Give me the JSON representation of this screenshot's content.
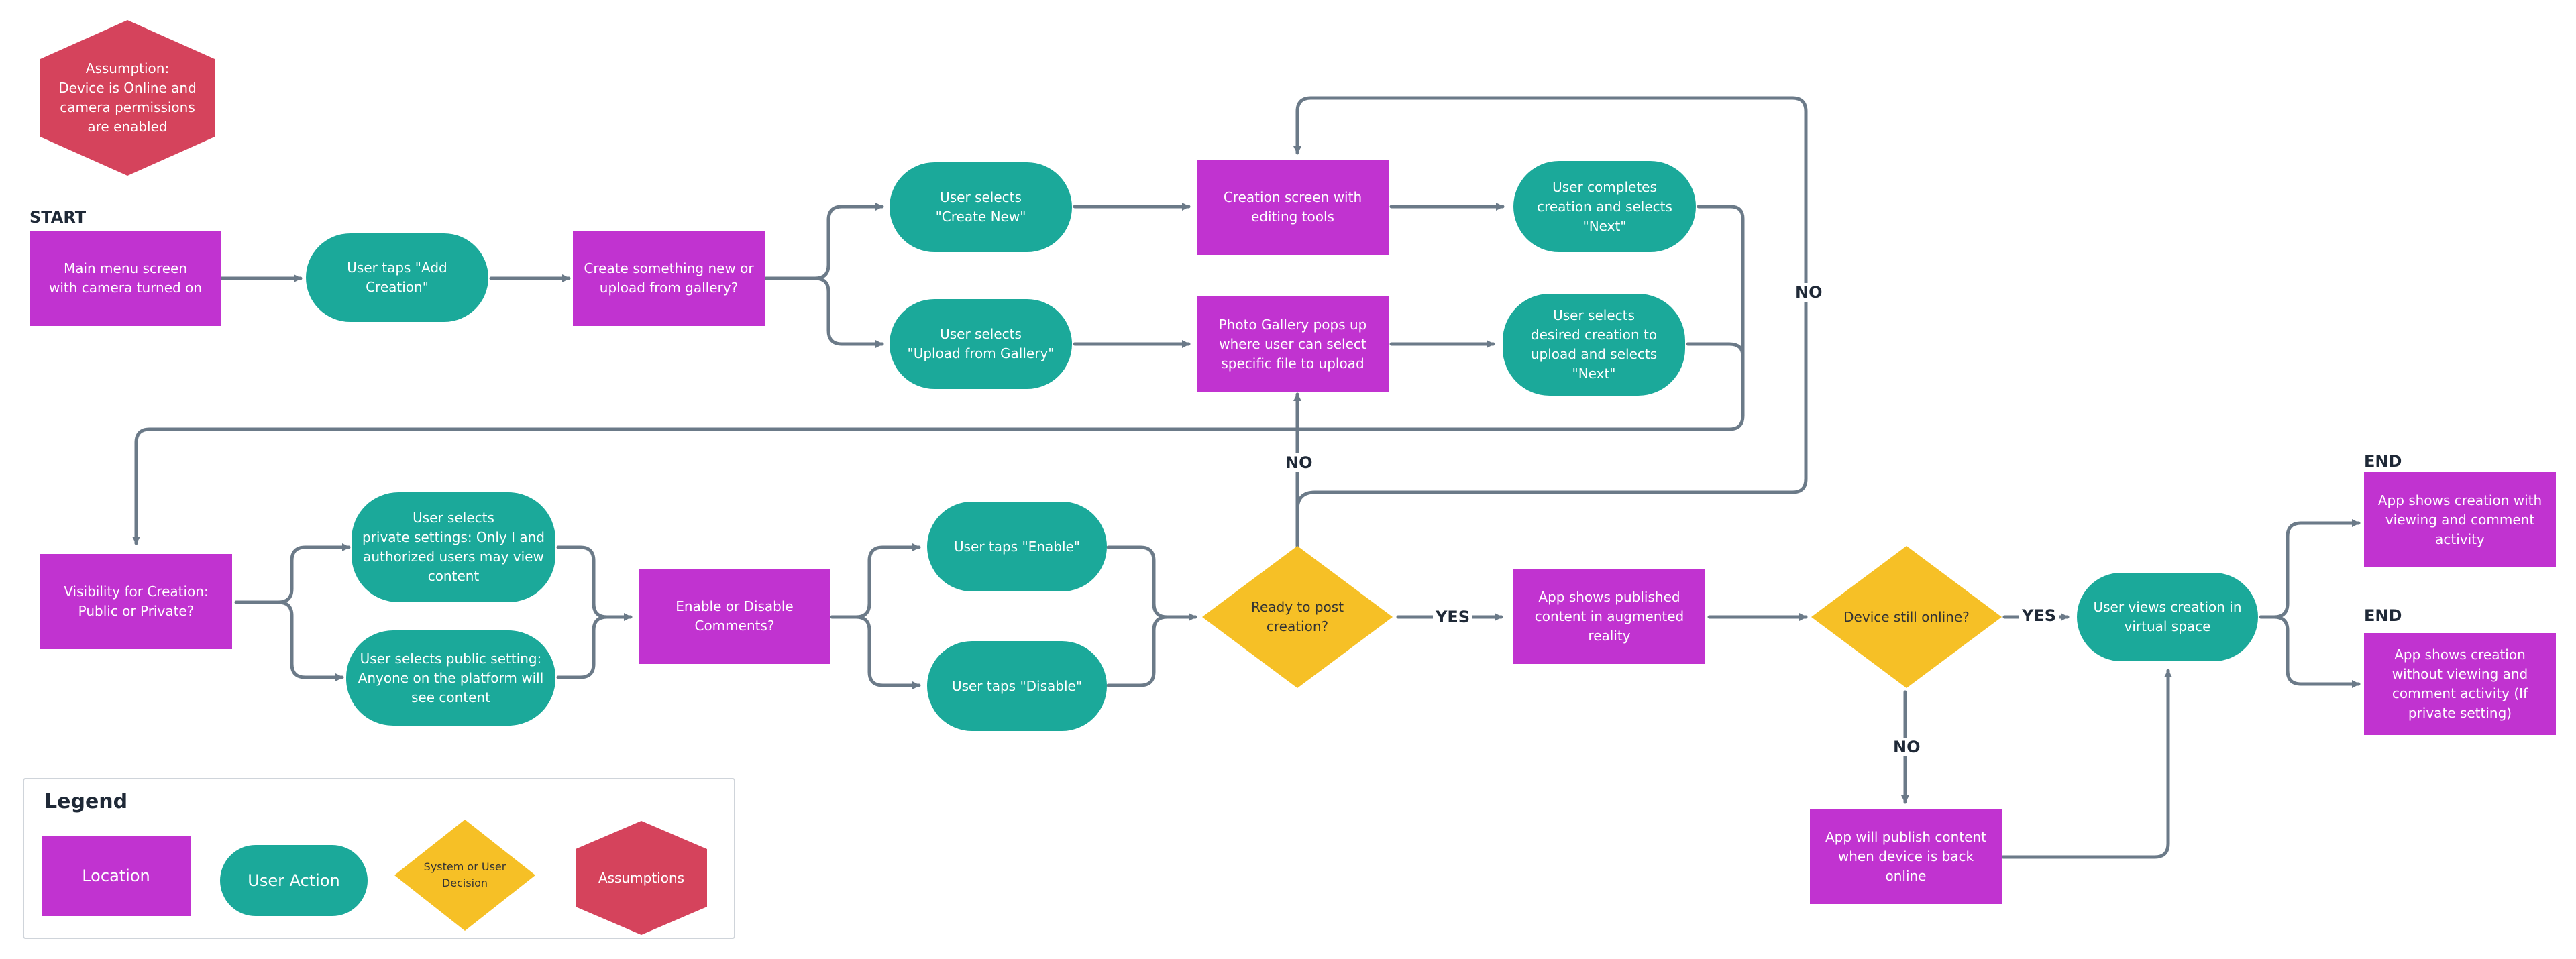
{
  "colors": {
    "location": "#c133d0",
    "user_action": "#1ba99a",
    "decision": "#f6c026",
    "assumption": "#d5435c",
    "connector": "#6b7a88"
  },
  "assumption_note": "Assumption:\nDevice is Online and\ncamera permissions\nare enabled",
  "labels": {
    "start": "START",
    "end_1": "END",
    "end_2": "END"
  },
  "nodes": {
    "main_menu": "Main menu screen\nwith camera turned on",
    "add_creation": "User taps \"Add Creation\"",
    "create_or_upload": "Create something new or\nupload from gallery?",
    "create_new": "User selects\n\"Create New\"",
    "upload_gallery": "User selects\n\"Upload from Gallery\"",
    "creation_screen": "Creation screen with\nediting tools",
    "photo_gallery": "Photo Gallery pops up\nwhere user can select\nspecific file to upload",
    "completes_creation": "User completes\ncreation and selects\n\"Next\"",
    "selects_desired": "User selects\ndesired creation to\nupload and selects\n\"Next\"",
    "visibility": "Visibility for Creation:\nPublic or Private?",
    "private_settings": "User selects\nprivate settings: Only I and\nauthorized users may view\ncontent",
    "public_setting": "User selects public setting:\nAnyone on the platform will\nsee content",
    "comments": "Enable or Disable\nComments?",
    "tap_enable": "User taps \"Enable\"",
    "tap_disable": "User taps \"Disable\"",
    "ready_post": "Ready to post\ncreation?",
    "shows_published": "App shows published\ncontent in augmented\nreality",
    "still_online": "Device still online?",
    "views_creation": "User views creation in\nvirtual space",
    "publish_later": "App will publish content\nwhen device is back\nonline",
    "end_with_comments": "App shows creation with\nviewing and comment\nactivity",
    "end_without_comments": "App shows creation\nwithout viewing and\ncomment activity (If\nprivate setting)"
  },
  "edge_labels": {
    "no_upper": "NO",
    "no_ready": "NO",
    "yes_ready": "YES",
    "yes_online": "YES",
    "no_online": "NO"
  },
  "legend": {
    "title": "Legend",
    "location": "Location",
    "user_action": "User Action",
    "decision": "System or User\nDecision",
    "assumptions": "Assumptions"
  }
}
